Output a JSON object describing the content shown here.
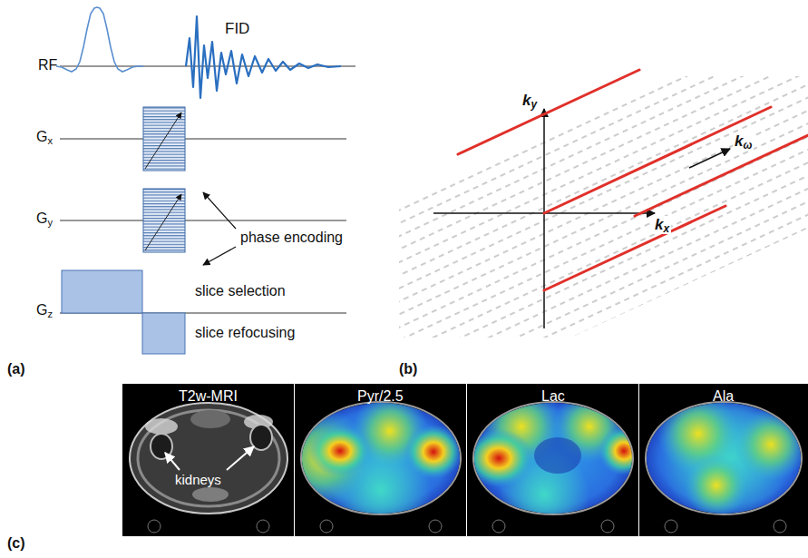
{
  "diagram": {
    "nodes": [
      {
        "text": [
          "T2w-MRI",
          "kidneys"
        ]
      },
      {
        "text": [
          "Pyr/2.5"
        ]
      },
      {
        "text": [
          "Lac"
        ]
      },
      {
        "text": [
          "Ala"
        ]
      }
    ],
    "labels": [
      "RF",
      "FID",
      "Gx",
      "Gy",
      "Gz",
      "phase encoding",
      "slice selection",
      "slice refocusing",
      "(a)",
      "ky",
      "kω",
      "kx",
      "(b)",
      "(c)"
    ]
  }
}
